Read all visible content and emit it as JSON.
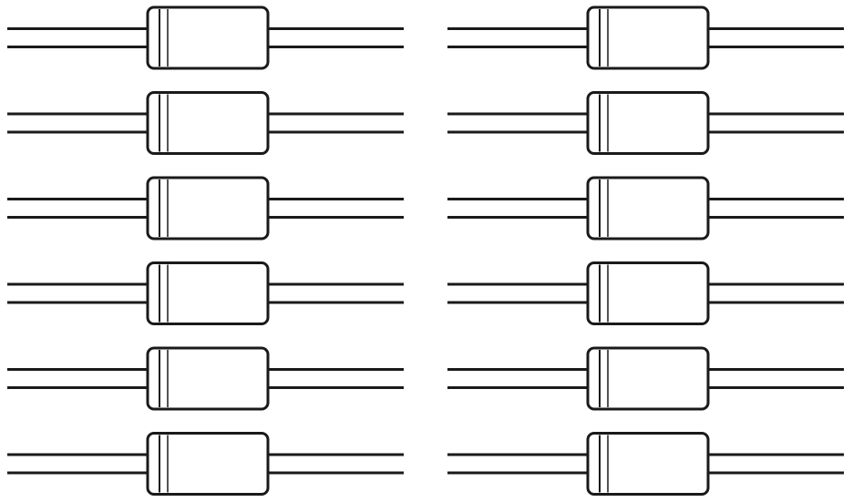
{
  "diagram": {
    "component": "diode",
    "columns": 2,
    "rows": 6,
    "count": 12,
    "colors": {
      "stroke": "#1a1a1a",
      "fill": "#ffffff",
      "background": "#ffffff"
    }
  }
}
